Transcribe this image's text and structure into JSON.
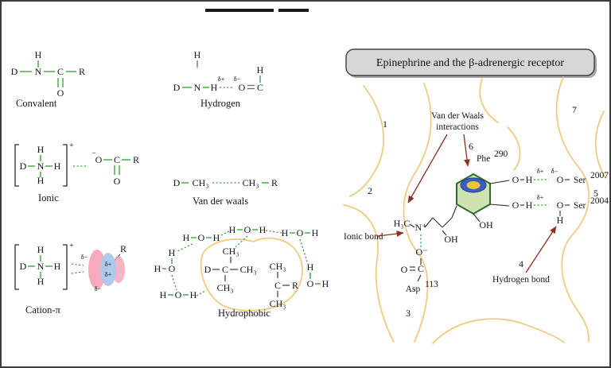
{
  "sym": {
    "H": "H",
    "O": "O",
    "C": "C",
    "N": "N",
    "D": "D",
    "R": "R",
    "CH3": "CH₃",
    "H3C": "H₃C",
    "N_plus": "N⁺",
    "O_minus": "O⁻",
    "OH": "OH",
    "plus": "+",
    "minus": "−",
    "delta_plus": "δ+",
    "delta_minus": "δ−"
  },
  "left": {
    "covalent": {
      "label": "Convalent"
    },
    "hydrogen": {
      "label": "Hydrogen"
    },
    "ionic": {
      "label": "Ionic"
    },
    "vdw": {
      "label": "Van der waals"
    },
    "cation_pi": {
      "label": "Cation-π"
    },
    "hydrophobic": {
      "label": "Hydrophobic"
    }
  },
  "right": {
    "title": "Epinephrine and the β-adrenergic receptor",
    "vdw_label_1": "Van der Waals",
    "vdw_label_2": "interactions",
    "ionic_bond_label": "Ionic bond",
    "hydrogen_bond_label": "Hydrogen bond",
    "phe": "Phe",
    "phe_sup": "290",
    "ser1": "Ser",
    "ser1_sup": "2007",
    "ser2": "Ser",
    "ser2_sup": "2004",
    "asp": "Asp",
    "asp_sup": "113",
    "numbers": [
      "1",
      "2",
      "3",
      "4",
      "5",
      "6",
      "7"
    ]
  },
  "colors": {
    "bond_green": "#2f9e2f",
    "membrane_yellow": "#f0c87a",
    "arrow_red": "#8b3020",
    "pi_pink": "#f4a6b8",
    "pi_blue": "#aac8ea",
    "ring_fill": "#cde2ae",
    "ring_stroke": "#2e6b2e",
    "stack_blue": "#3a5ec6",
    "stack_yellow": "#ecc53a",
    "header_bg": "#d7d7d7"
  }
}
